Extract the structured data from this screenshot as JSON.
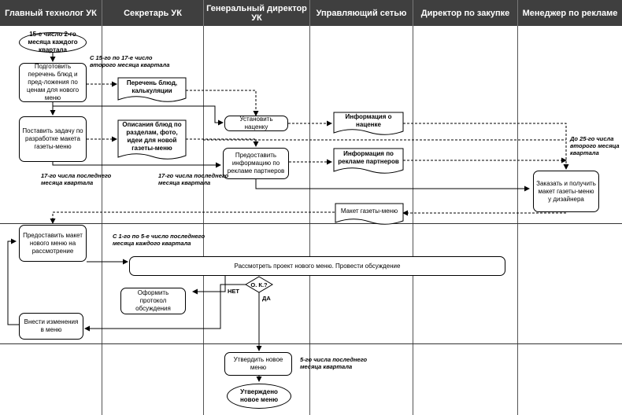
{
  "lanes": [
    "Главный технолог УК",
    "Секретарь УК",
    "Генеральный директор УК",
    "Управляющий сетью",
    "Директор по закупке",
    "Менеджер по рекламе"
  ],
  "start_event": "15-е число 2-го месяца каждого квартала",
  "end_event": "Утверждено новое меню",
  "processes": {
    "prepare_list": "Подготовить перечень блюд и пред-ложения по ценам для нового меню",
    "set_task": "Поставить задачу по разработке макета газеты-меню",
    "set_markup": "Установить наценку",
    "provide_info": "Предоставить информацию по рекламе партнеров",
    "order_layout": "Заказать и получить макет газеты-меню у дизайнера",
    "present_layout": "Предоставить макет нового меню на рассмотрение",
    "review": "Рассмотреть проект нового меню. Провести обсуждение",
    "protocol": "Оформить протокол обсуждения",
    "make_changes": "Внести изменения в меню",
    "approve": "Утвердить новое меню"
  },
  "documents": {
    "dish_list": "Перечень блюд, калькуляции",
    "dish_desc": "Описания блюд по разделам, фото, идеи для новой газеты-меню",
    "markup_info": "Информация о наценке",
    "ad_info": "Информация по рекламе партнеров",
    "layout": "Макет газеты-меню"
  },
  "decision": {
    "label": "О. К.?",
    "no": "НЕТ",
    "yes": "ДА"
  },
  "notes": {
    "n1": "С 15-го по 17-е число\nвторого месяца квартала",
    "n2": "17-го числа последнего\nмесяца квартала",
    "n3": "17-го числа последнего\nмесяца квартала",
    "n4": "До 25-го числа\nвторого месяца\nквартала",
    "n5": "С 1-го по 5-е число последнего\nмесяца каждого квартала",
    "n6": "5-го числа последнего\nмесяца квартала"
  }
}
